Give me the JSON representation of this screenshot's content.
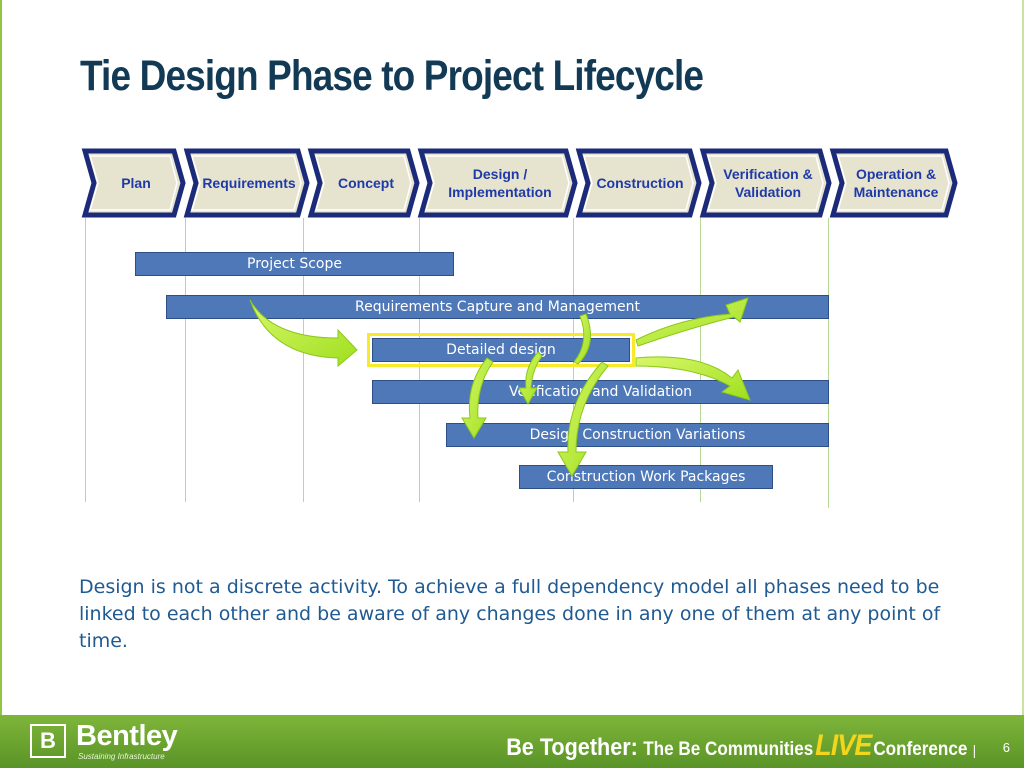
{
  "slide": {
    "title": "Tie Design Phase to Project Lifecycle",
    "description": "Design is not a discrete activity. To achieve a full dependency model all phases need to be linked to each other and be aware of any changes done in any one of them at any point of time.",
    "page_number": "6"
  },
  "phases": [
    {
      "label": "Plan"
    },
    {
      "label": "Requirements"
    },
    {
      "label": "Concept"
    },
    {
      "label": "Design  /\nImplementation"
    },
    {
      "label": "Construction"
    },
    {
      "label": "Verification &\nValidation"
    },
    {
      "label": "Operation &\nMaintenance"
    }
  ],
  "activities": [
    {
      "label": "Project Scope"
    },
    {
      "label": "Requirements Capture and Management"
    },
    {
      "label": "Detailed design",
      "highlighted": true
    },
    {
      "label": "Verification and Validation"
    },
    {
      "label": "Design Construction Variations"
    },
    {
      "label": "Construction Work Packages"
    }
  ],
  "colors": {
    "title": "#123a55",
    "phase_text": "#1f3aa8",
    "phase_border": "#1c2a7a",
    "phase_fill": "#e6e3cf",
    "activity_bar": "#4e78b8",
    "highlight_border": "#f6ea2b",
    "arrows": "#b6ec2a",
    "footer": "#6ea534",
    "description_text": "#1f5a93"
  },
  "footer": {
    "logo_name": "Bentley",
    "logo_tagline": "Sustaining Infrastructure",
    "be_together": "Be Together:",
    "communities": "The Be Communities",
    "live": "LIVE",
    "conference": "Conference",
    "separator": "|"
  }
}
